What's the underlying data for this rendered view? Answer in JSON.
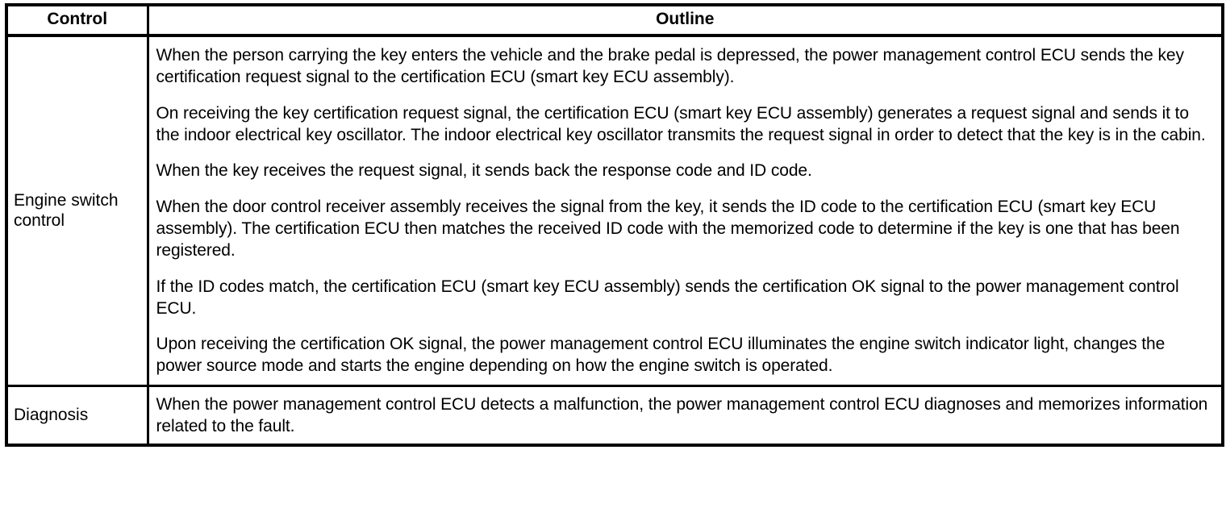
{
  "document": {
    "type": "specification-table",
    "title": "Control / Outline table"
  },
  "table": {
    "headers": {
      "control": "Control",
      "outline": "Outline"
    },
    "rows": [
      {
        "control": "Engine switch control",
        "control_line_1": "Engine switch",
        "control_line_2": "control",
        "paragraphs": [
          "When the person carrying the key enters the vehicle and the brake pedal is depressed, the power management control ECU sends the key certification request signal to the certification ECU (smart key ECU assembly).",
          "On receiving the key certification request signal, the certification ECU (smart key ECU assembly) generates a request signal and sends it to the indoor electrical key oscillator. The indoor electrical key oscillator transmits the request signal in order to detect that the key is in the cabin.",
          "When the key receives the request signal, it sends back the response code and ID code.",
          "When the door control receiver assembly receives the signal from the key, it sends the ID code to the certification ECU (smart key ECU assembly). The certification ECU then matches the received ID code with the memorized code to determine if the key is one that has been registered.",
          "If the ID codes match, the certification ECU (smart key ECU assembly) sends the certification OK signal to the power management control ECU.",
          "Upon receiving the certification OK signal, the power management control ECU illuminates the engine switch indicator light, changes the power source mode and starts the engine depending on how the engine switch is operated."
        ]
      },
      {
        "control": "Diagnosis",
        "control_line_1": "Diagnosis",
        "control_line_2": "",
        "paragraphs": [
          "When the power management control ECU detects a malfunction, the power management control ECU diagnoses and memorizes information related to the fault."
        ]
      }
    ]
  },
  "colors": {
    "border": "#000000",
    "text": "#000000",
    "background": "#ffffff"
  }
}
